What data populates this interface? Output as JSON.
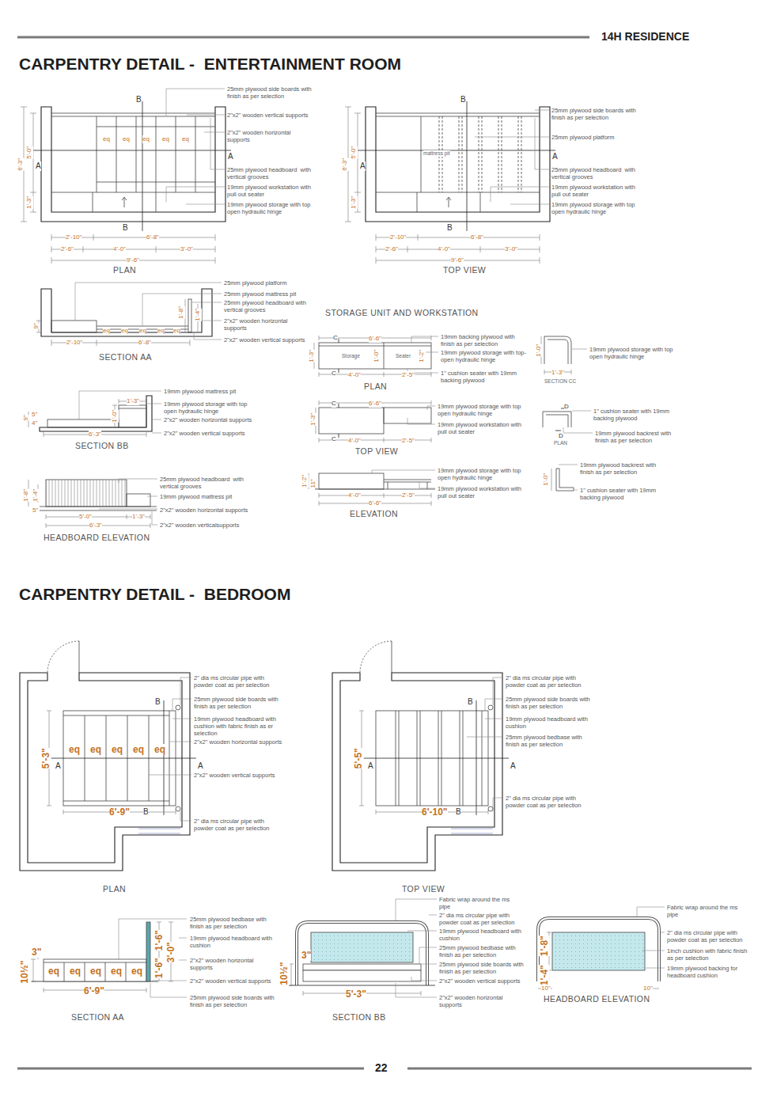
{
  "diagram": {
    "labels": [
      "14H RESIDENCE",
      "CARPENTRY DETAIL -  ENTERTAINMENT ROOM",
      "25mm plywood side boards with finish as per selection",
      "2\"x2\" wooden vertical supports",
      "2\"x2\" wooden horizontal supports",
      "25mm plywood headboard  with vertical grooves",
      "19mm plywood workstation with pull out seater",
      "19mm plywood storage with top open hydraulic hinge",
      "eq",
      "eq",
      "eq",
      "eq",
      "eq",
      "B",
      "A",
      "A",
      "B",
      "2'-10\"",
      "6'-8\"",
      "2'-6\"",
      "4'-0\"",
      "3'-0\"",
      "9'-6\"",
      "6'-3\"",
      "5'-0\"",
      "1'-3\"",
      "PLAN",
      "25mm plywood side boards with finish as per selection",
      "25mm plywood platform",
      "25mm plywood headboard  with vertical grooves",
      "19mm plywood workstation with pull out seater",
      "19mm plywood storage with top open hydraulic hinge",
      "mattress pit",
      "B",
      "A",
      "A",
      "B",
      "2'-10\"",
      "6'-8\"",
      "2'-6\"",
      "4'-0\"",
      "3'-0\"",
      "9'-6\"",
      "6'-3\"",
      "5'-0\"",
      "1'-3\"",
      "TOP VIEW",
      "25mm plywood platform",
      "25mm plywood mattress pit",
      "25mm plywood headboard with vertical grooves",
      "2\"x2\" wooden horizontal supports",
      "2\"x2\" wooden vertical supports",
      "9\"",
      "2'-10\"",
      "6'-8\"",
      "eq",
      "eq",
      "eq",
      "eq",
      "eq",
      "1'-8\"",
      "1'-4\"",
      "SECTION AA",
      "19mm plywood mattress pit",
      "19mm plywood storage with top open hydraulic hinge",
      "2\"x2\" wooden horizontal supports",
      "2\"x2\" wooden vertical supports",
      "9\"",
      "5\"",
      "4\"",
      "1'-3\"",
      "1'-0\"",
      "6'-3\"",
      "SECTION BB",
      "25mm plywood headboard  with vertical grooves",
      "19mm plywood mattress pit",
      "2\"x2\" wooden horizontal supports",
      "2\"x2\" wooden verticalsupports",
      "1'-8\"",
      "1'-4\"",
      "5\"",
      "5'-0\"",
      "1'-3\"",
      "6'-3\"",
      "HEADBOARD ELEVATION",
      "STORAGE UNIT AND WORKSTATION",
      "19mm backing plywood with finish as per selection",
      "19mm plywood storage with top-open hydraulic hinge",
      "1\" cushion seater with 19mm backing plywood",
      "Storage",
      "Seater",
      "C",
      "C",
      "6'-6\"",
      "1'-3\"",
      "1'-0\"",
      "1'-2\"",
      "4'-0\"",
      "2'-5\"",
      "PLAN",
      "19mm plywood storage with top open hydraulic hinge",
      "19mm plywood workstation with pull out seater",
      "C",
      "C",
      "6'-6\"",
      "1'-3\"",
      "4'-0\"",
      "2'-5\"",
      "TOP VIEW",
      "19mm plywood storage with top open hydraulic hinge",
      "19mm plywood workstation with pull out seater",
      "1'-2\"",
      "11\"",
      "4'-0\"",
      "2'-5\"",
      "6'-6\"",
      "ELEVATION",
      "19mm plywood storage with top open hydraulic hinge",
      "1'-0\"",
      "1'-3\"",
      "SECTION CC",
      "1\" cushion seater with 19mm backing plywood",
      "19mm plywood backrest with finish as per selection",
      "D",
      "D",
      "PLAN",
      "19mm plywood backrest with finish as per selection",
      "1\" cushion seater with 19mm backing plywood",
      "1'-0\"",
      "CARPENTRY DETAIL -  BEDROOM",
      "2\" dia ms circular pipe with powder coat as per selection",
      "25mm plywood side boards with finish as per selection",
      "19mm plywood headboard with cushion with fabric finish as er selection",
      "2\"x2\" wooden horizontal supports",
      "2\"x2\" wooden vertical supports",
      "2\" dia ms circular pipe with powder coat as per selection",
      "eq",
      "eq",
      "eq",
      "eq",
      "eq",
      "5'-3\"",
      "6'-9\"",
      "A",
      "A",
      "B",
      "B",
      "PLAN",
      "2\" dia ms circular pipe with powder coat as per selection",
      "25mm plywood side boards with finish as per selection",
      "19mm plywood headboard with cushion",
      "25mm plywood bedbase with finish as per selection",
      "2\" dia ms circular pipe with powder coat as per selection",
      "5'-5\"",
      "6'-10\"",
      "A",
      "A",
      "B",
      "B",
      "TOP VIEW",
      "25mm plywood bedbase with finish as per selection",
      "19mm plywood headboard with cushion",
      "2\"x2\" wooden horizontal supports",
      "2\"x2\" wooden vertical supports",
      "25mm plywood side boards with finish as per selection",
      "3\"",
      "10½\"",
      "eq",
      "eq",
      "eq",
      "eq",
      "eq",
      "6'-9\"",
      "1'-6\"",
      "1'-6\"",
      "3'-0\"",
      "SECTION AA",
      "Fabric wrap around the ms pipe",
      "2\" dia ms circular pipe with powder coat as per selection",
      "19mm plywood headboard with cushion",
      "25mm plywood bedbase with finish as per selection",
      "25mm plywood side boards with finish as per selection",
      "2\"x2\" wooden vertical supports",
      "2\"x2\" wooden horizontal supports",
      "3\"",
      "10½\"",
      "5'-3\"",
      "SECTION BB",
      "Fabric wrap around the ms pipe",
      "2\" dia ms circular pipe with powder coat as per selection",
      "1inch cushion with fabric finish as per selection",
      "19mm plywood backing for headboard cushion",
      "1'-8\"",
      "1'-4\"",
      "10\"",
      "10\"",
      "HEADBOARD ELEVATION",
      "22"
    ]
  }
}
